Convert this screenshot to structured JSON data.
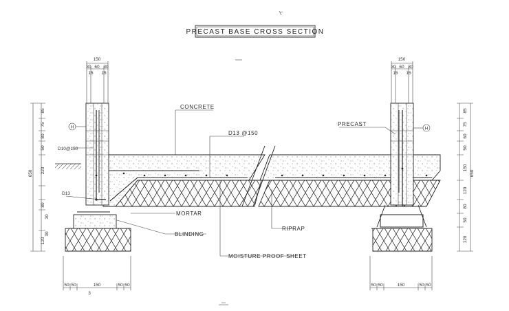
{
  "title": "PRECAST BASE CROSS SECTION",
  "labels": {
    "concrete": "CONCRETE",
    "precast": "PRECAST",
    "mortar": "MORTAR",
    "blinding": "BLINDING",
    "riprap": "RIPRAP",
    "moisture_sheet": "MOISTURE PROOF SHEET",
    "bar_main": "D13 @150",
    "bar_side": "D10@150",
    "bar_corner": "D13",
    "marker": "H"
  },
  "top_dims": {
    "total": "150",
    "parts": [
      "30",
      "60",
      "30"
    ],
    "offsets": [
      "15",
      "15"
    ]
  },
  "left_dims": {
    "total": "650",
    "parts": [
      "85",
      "75",
      "80",
      "50",
      "220",
      "80",
      "30",
      "120",
      "30"
    ]
  },
  "right_dims": {
    "total": "650",
    "parts": [
      "85",
      "75",
      "60",
      "50",
      "150",
      "120",
      "80",
      "50",
      "120"
    ]
  },
  "bottom_dims": {
    "left": [
      "50",
      "50",
      "150",
      "50",
      "50"
    ],
    "left_sub": "3",
    "right": [
      "50",
      "50",
      "150",
      "50",
      "50"
    ]
  }
}
